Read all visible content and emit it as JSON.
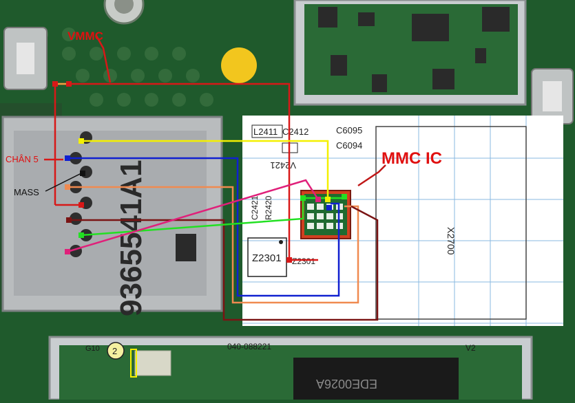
{
  "labels": {
    "vmmc": "VMMC",
    "pin5": "CHÂN 5",
    "mass": "MASS",
    "mmc_ic": "MMC IC"
  },
  "components": {
    "l2411": "L2411",
    "c2412": "C2412",
    "c6095": "C6095",
    "c6094": "C6094",
    "v2421": "V2421",
    "r2420": "R2420",
    "c2421": "C2421",
    "z2301": "Z2301",
    "z2301b": "Z2301",
    "x2700": "X2700",
    "slot_print": "9365541A1",
    "chip_bottom": "EDE0026A",
    "pcb_code": "040-088221",
    "v2_mark": "V2",
    "g10_mark": "G10",
    "callout_number": "2"
  },
  "colors": {
    "board": "#1f5a2c",
    "board_dark": "#163f1f",
    "shield": "#c9cdd0",
    "trace_red": "#d81818",
    "trace_yellow": "#f4f000",
    "trace_blue": "#1020d0",
    "trace_orange": "#f08a50",
    "trace_darkred": "#7a1414",
    "trace_green": "#22e022",
    "trace_magenta": "#e0207a",
    "label_red": "#e01010",
    "grid_blue": "#8ab8e0"
  }
}
